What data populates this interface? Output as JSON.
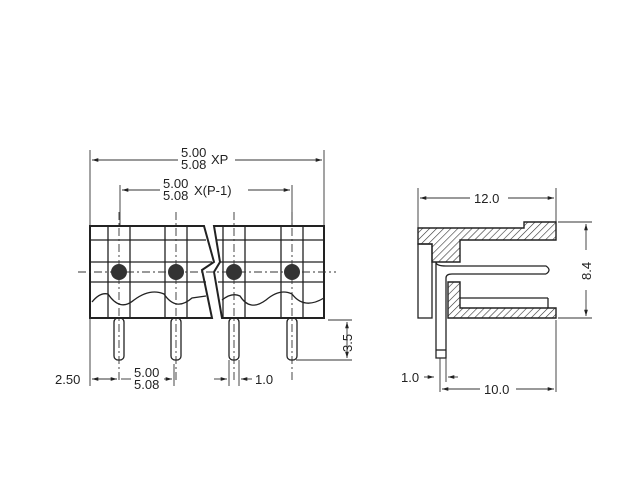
{
  "front_view": {
    "dim_overall_top": "5.00",
    "dim_overall_bottom": "5.08",
    "dim_overall_suffix": "XP",
    "dim_inner_top": "5.00",
    "dim_inner_bottom": "5.08",
    "dim_inner_suffix": "X(P-1)",
    "dim_edge": "2.50",
    "dim_pitch_top": "5.00",
    "dim_pitch_bottom": "5.08",
    "dim_pin_width": "1.0",
    "dim_pin_length": "3.5"
  },
  "side_view": {
    "dim_depth": "12.0",
    "dim_height": "8.4",
    "dim_pin_width": "1.0",
    "dim_pin_offset": "10.0"
  }
}
